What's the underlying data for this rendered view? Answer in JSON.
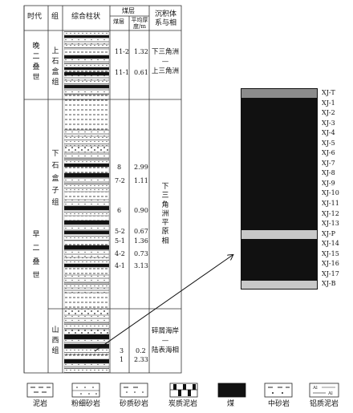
{
  "header": {
    "era": "时代",
    "group": "组",
    "column": "综合柱状",
    "coal_seam_group": "煤层",
    "seam": "煤层",
    "thickness": "平均厚\n度/m",
    "facies": "沉积体\n系与相"
  },
  "eras": [
    {
      "name": "晚\n二\n叠\n世"
    },
    {
      "name": "早\n二\n叠\n世"
    }
  ],
  "groups": [
    {
      "name": "上\n石\n盒\n组"
    },
    {
      "name": "下\n石\n盒\n子\n组"
    },
    {
      "name": "山\n西\n组"
    }
  ],
  "seams": [
    {
      "id": "11-2",
      "thickness": "1.32"
    },
    {
      "id": "11-1",
      "thickness": "0.61"
    },
    {
      "id": "8",
      "thickness": "2.99"
    },
    {
      "id": "7-2",
      "thickness": "1.11"
    },
    {
      "id": "6",
      "thickness": "0.90"
    },
    {
      "id": "5-2",
      "thickness": "0.67"
    },
    {
      "id": "5-1",
      "thickness": "1.36"
    },
    {
      "id": "4-2",
      "thickness": "0.73"
    },
    {
      "id": "4-1",
      "thickness": "3.13"
    },
    {
      "id": "3",
      "thickness": "0.2"
    },
    {
      "id": "1",
      "thickness": "2.33"
    }
  ],
  "facies": [
    {
      "lines": [
        "下三角洲",
        "—",
        "上三角洲"
      ]
    },
    {
      "text": "下\n三\n角\n洲\n平\n原\n相"
    },
    {
      "lines": [
        "碎屑海岸",
        "—",
        "陆表海相"
      ]
    }
  ],
  "samples": [
    "XJ-T",
    "XJ-1",
    "XJ-2",
    "XJ-3",
    "XJ-4",
    "XJ-5",
    "XJ-6",
    "XJ-7",
    "XJ-8",
    "XJ-9",
    "XJ-10",
    "XJ-11",
    "XJ-12",
    "XJ-13",
    "XJ-P",
    "XJ-14",
    "XJ-15",
    "XJ-16",
    "XJ-17",
    "XJ-B"
  ],
  "sample_colors": {
    "gray": "#8c8c8c",
    "coal": "#111111",
    "light": "#c8c8c8"
  },
  "legend": [
    {
      "label": "泥岩",
      "icon": "mudstone-icon"
    },
    {
      "label": "粉细砂岩",
      "icon": "fine-sandstone-icon"
    },
    {
      "label": "砂质砂岩",
      "icon": "sandy-sandstone-icon"
    },
    {
      "label": "炭质泥岩",
      "icon": "carbonaceous-mudstone-icon"
    },
    {
      "label": "煤",
      "icon": "coal-icon"
    },
    {
      "label": "中砂岩",
      "icon": "medium-sandstone-icon"
    },
    {
      "label": "铝质泥岩",
      "icon": "bauxitic-mudstone-icon",
      "marks": [
        "Al",
        "Al"
      ]
    }
  ]
}
